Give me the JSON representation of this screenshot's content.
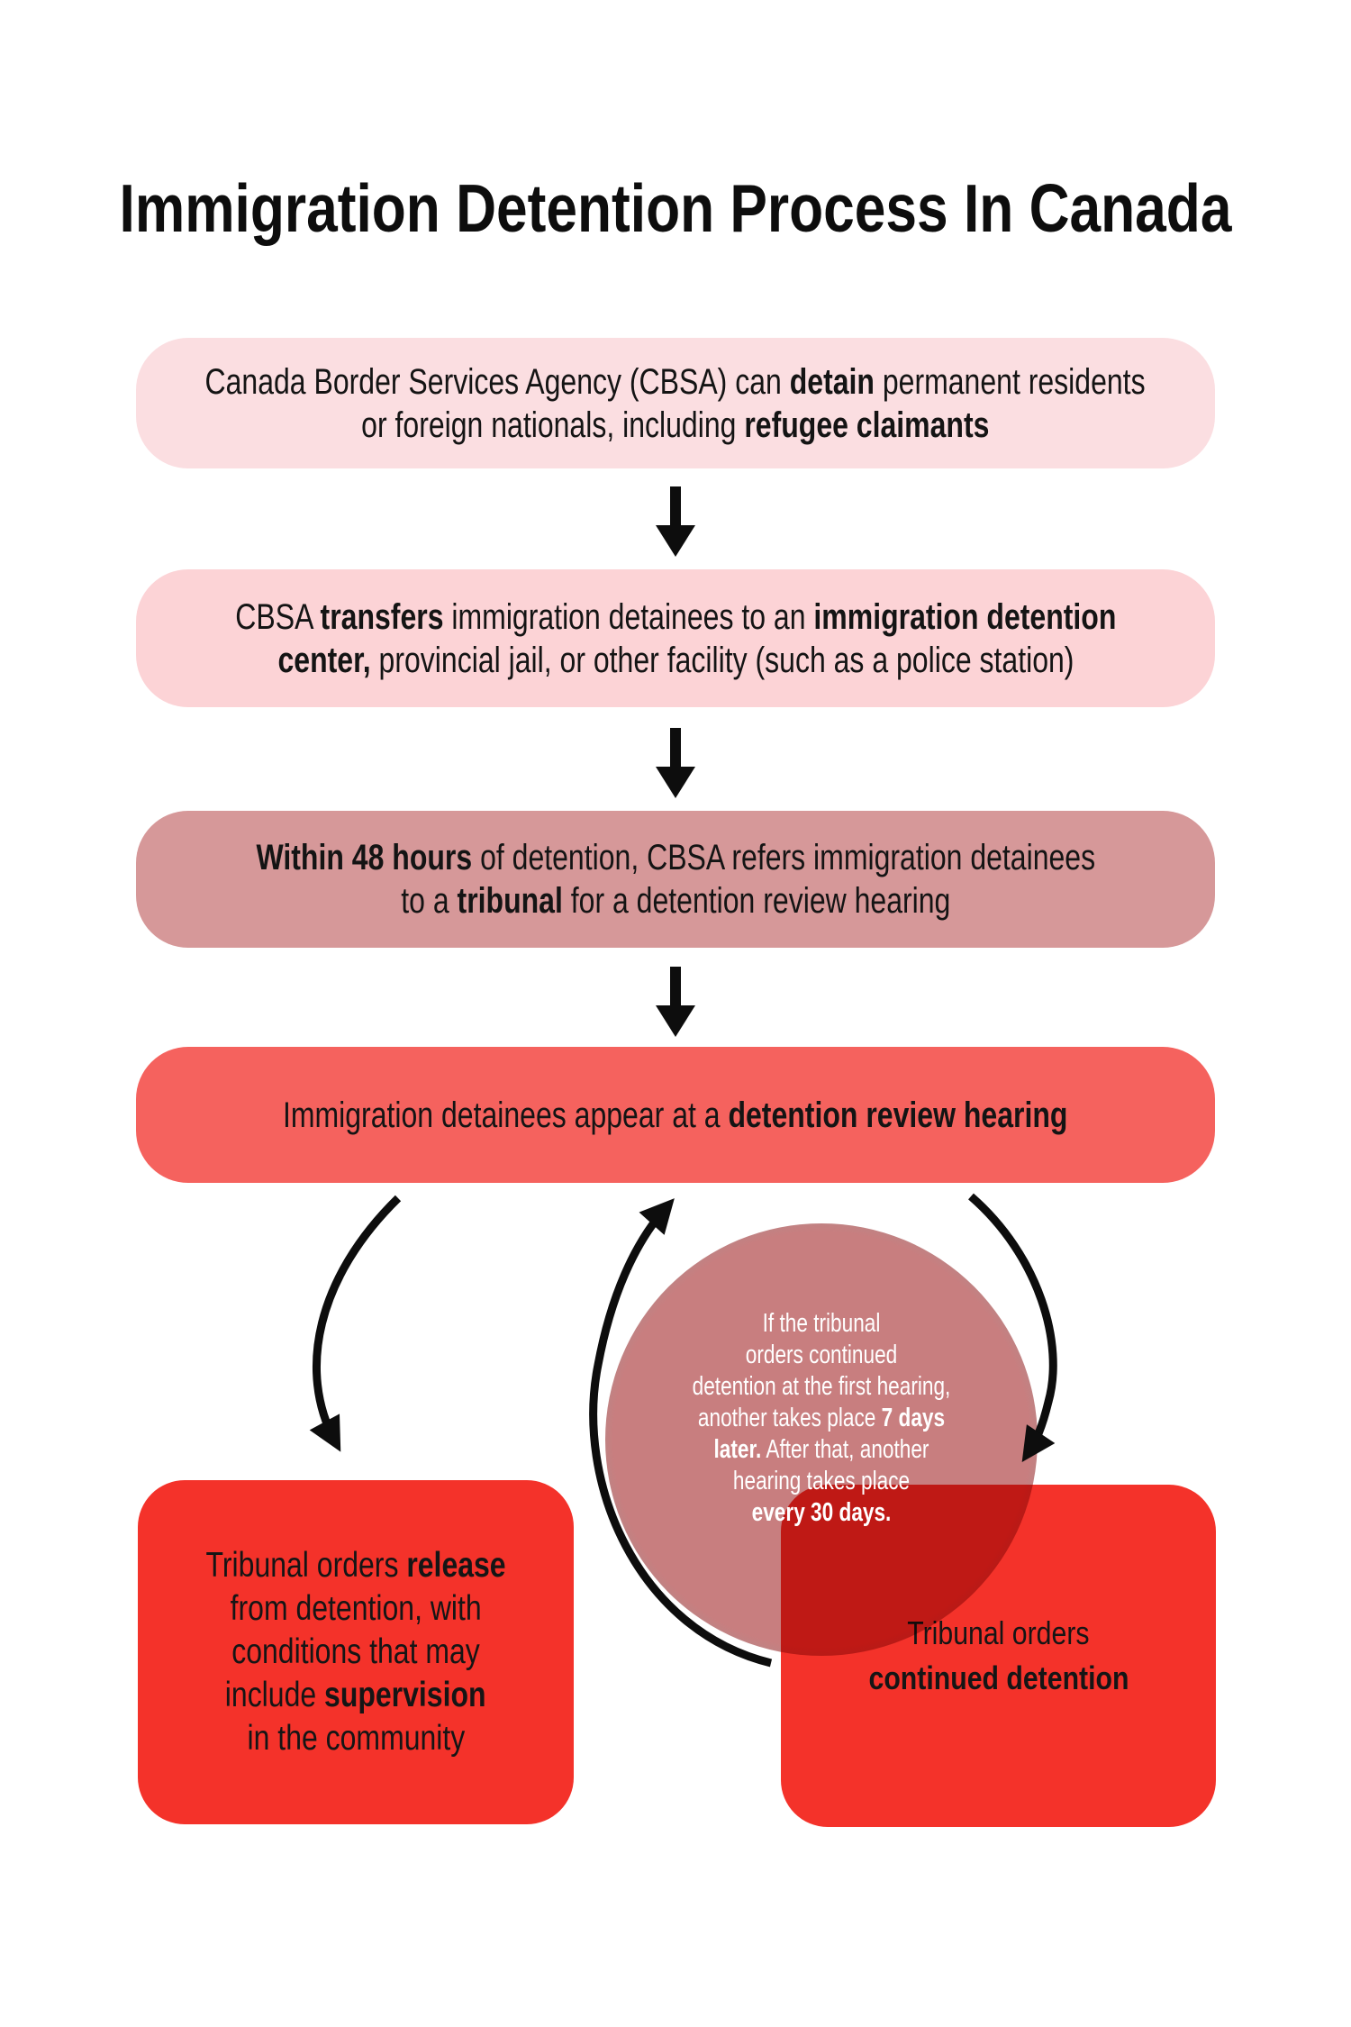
{
  "title": "Immigration Detention Process In Canada",
  "colors": {
    "step1_bg": "#fbdee1",
    "step2_bg": "#fcd3d6",
    "step3_bg": "#d69899",
    "step4_bg": "#f5625e",
    "outcome_bg": "#f4322a",
    "circle_core": "#c87e7f",
    "arrow": "#0d0d0d",
    "box_text": "#141414",
    "circle_text": "#ffffff"
  },
  "flow": {
    "step1": {
      "lines": [
        [
          {
            "t": "Canada Border Services Agency (CBSA) can "
          },
          {
            "t": "detain",
            "b": true
          },
          {
            "t": " permanent residents"
          }
        ],
        [
          {
            "t": "or foreign nationals, including "
          },
          {
            "t": "refugee claimants",
            "b": true
          }
        ]
      ]
    },
    "step2": {
      "lines": [
        [
          {
            "t": "CBSA "
          },
          {
            "t": "transfers",
            "b": true
          },
          {
            "t": " immigration detainees to an "
          },
          {
            "t": "immigration detention",
            "b": true
          }
        ],
        [
          {
            "t": "center,",
            "b": true
          },
          {
            "t": " provincial jail, or other facility (such as a police station)"
          }
        ]
      ]
    },
    "step3": {
      "lines": [
        [
          {
            "t": "Within 48 hours",
            "b": true
          },
          {
            "t": " of detention, CBSA refers immigration detainees"
          }
        ],
        [
          {
            "t": "to a "
          },
          {
            "t": "tribunal",
            "b": true
          },
          {
            "t": " for a detention review hearing"
          }
        ]
      ]
    },
    "step4": {
      "lines": [
        [
          {
            "t": "Immigration detainees appear at a "
          },
          {
            "t": "detention review hearing",
            "b": true
          }
        ]
      ]
    }
  },
  "loop_note": {
    "lines": [
      [
        {
          "t": "If the tribunal"
        }
      ],
      [
        {
          "t": "orders continued"
        }
      ],
      [
        {
          "t": "detention at the first hearing,"
        }
      ],
      [
        {
          "t": "another takes place "
        },
        {
          "t": "7 days",
          "b": true
        }
      ],
      [
        {
          "t": "later.",
          "b": true
        },
        {
          "t": " After that, another"
        }
      ],
      [
        {
          "t": "hearing takes place"
        }
      ],
      [
        {
          "t": "every 30 days.",
          "b": true
        }
      ]
    ]
  },
  "outcomes": {
    "release": {
      "lines": [
        [
          {
            "t": "Tribunal orders "
          },
          {
            "t": "release",
            "b": true
          }
        ],
        [
          {
            "t": "from detention, with"
          }
        ],
        [
          {
            "t": "conditions that may"
          }
        ],
        [
          {
            "t": "include "
          },
          {
            "t": "supervision",
            "b": true
          }
        ],
        [
          {
            "t": "in the community"
          }
        ]
      ]
    },
    "continued": {
      "lines": [
        [
          {
            "t": "Tribunal orders"
          }
        ],
        [
          {
            "t": "continued detention",
            "b": true
          }
        ]
      ]
    }
  }
}
